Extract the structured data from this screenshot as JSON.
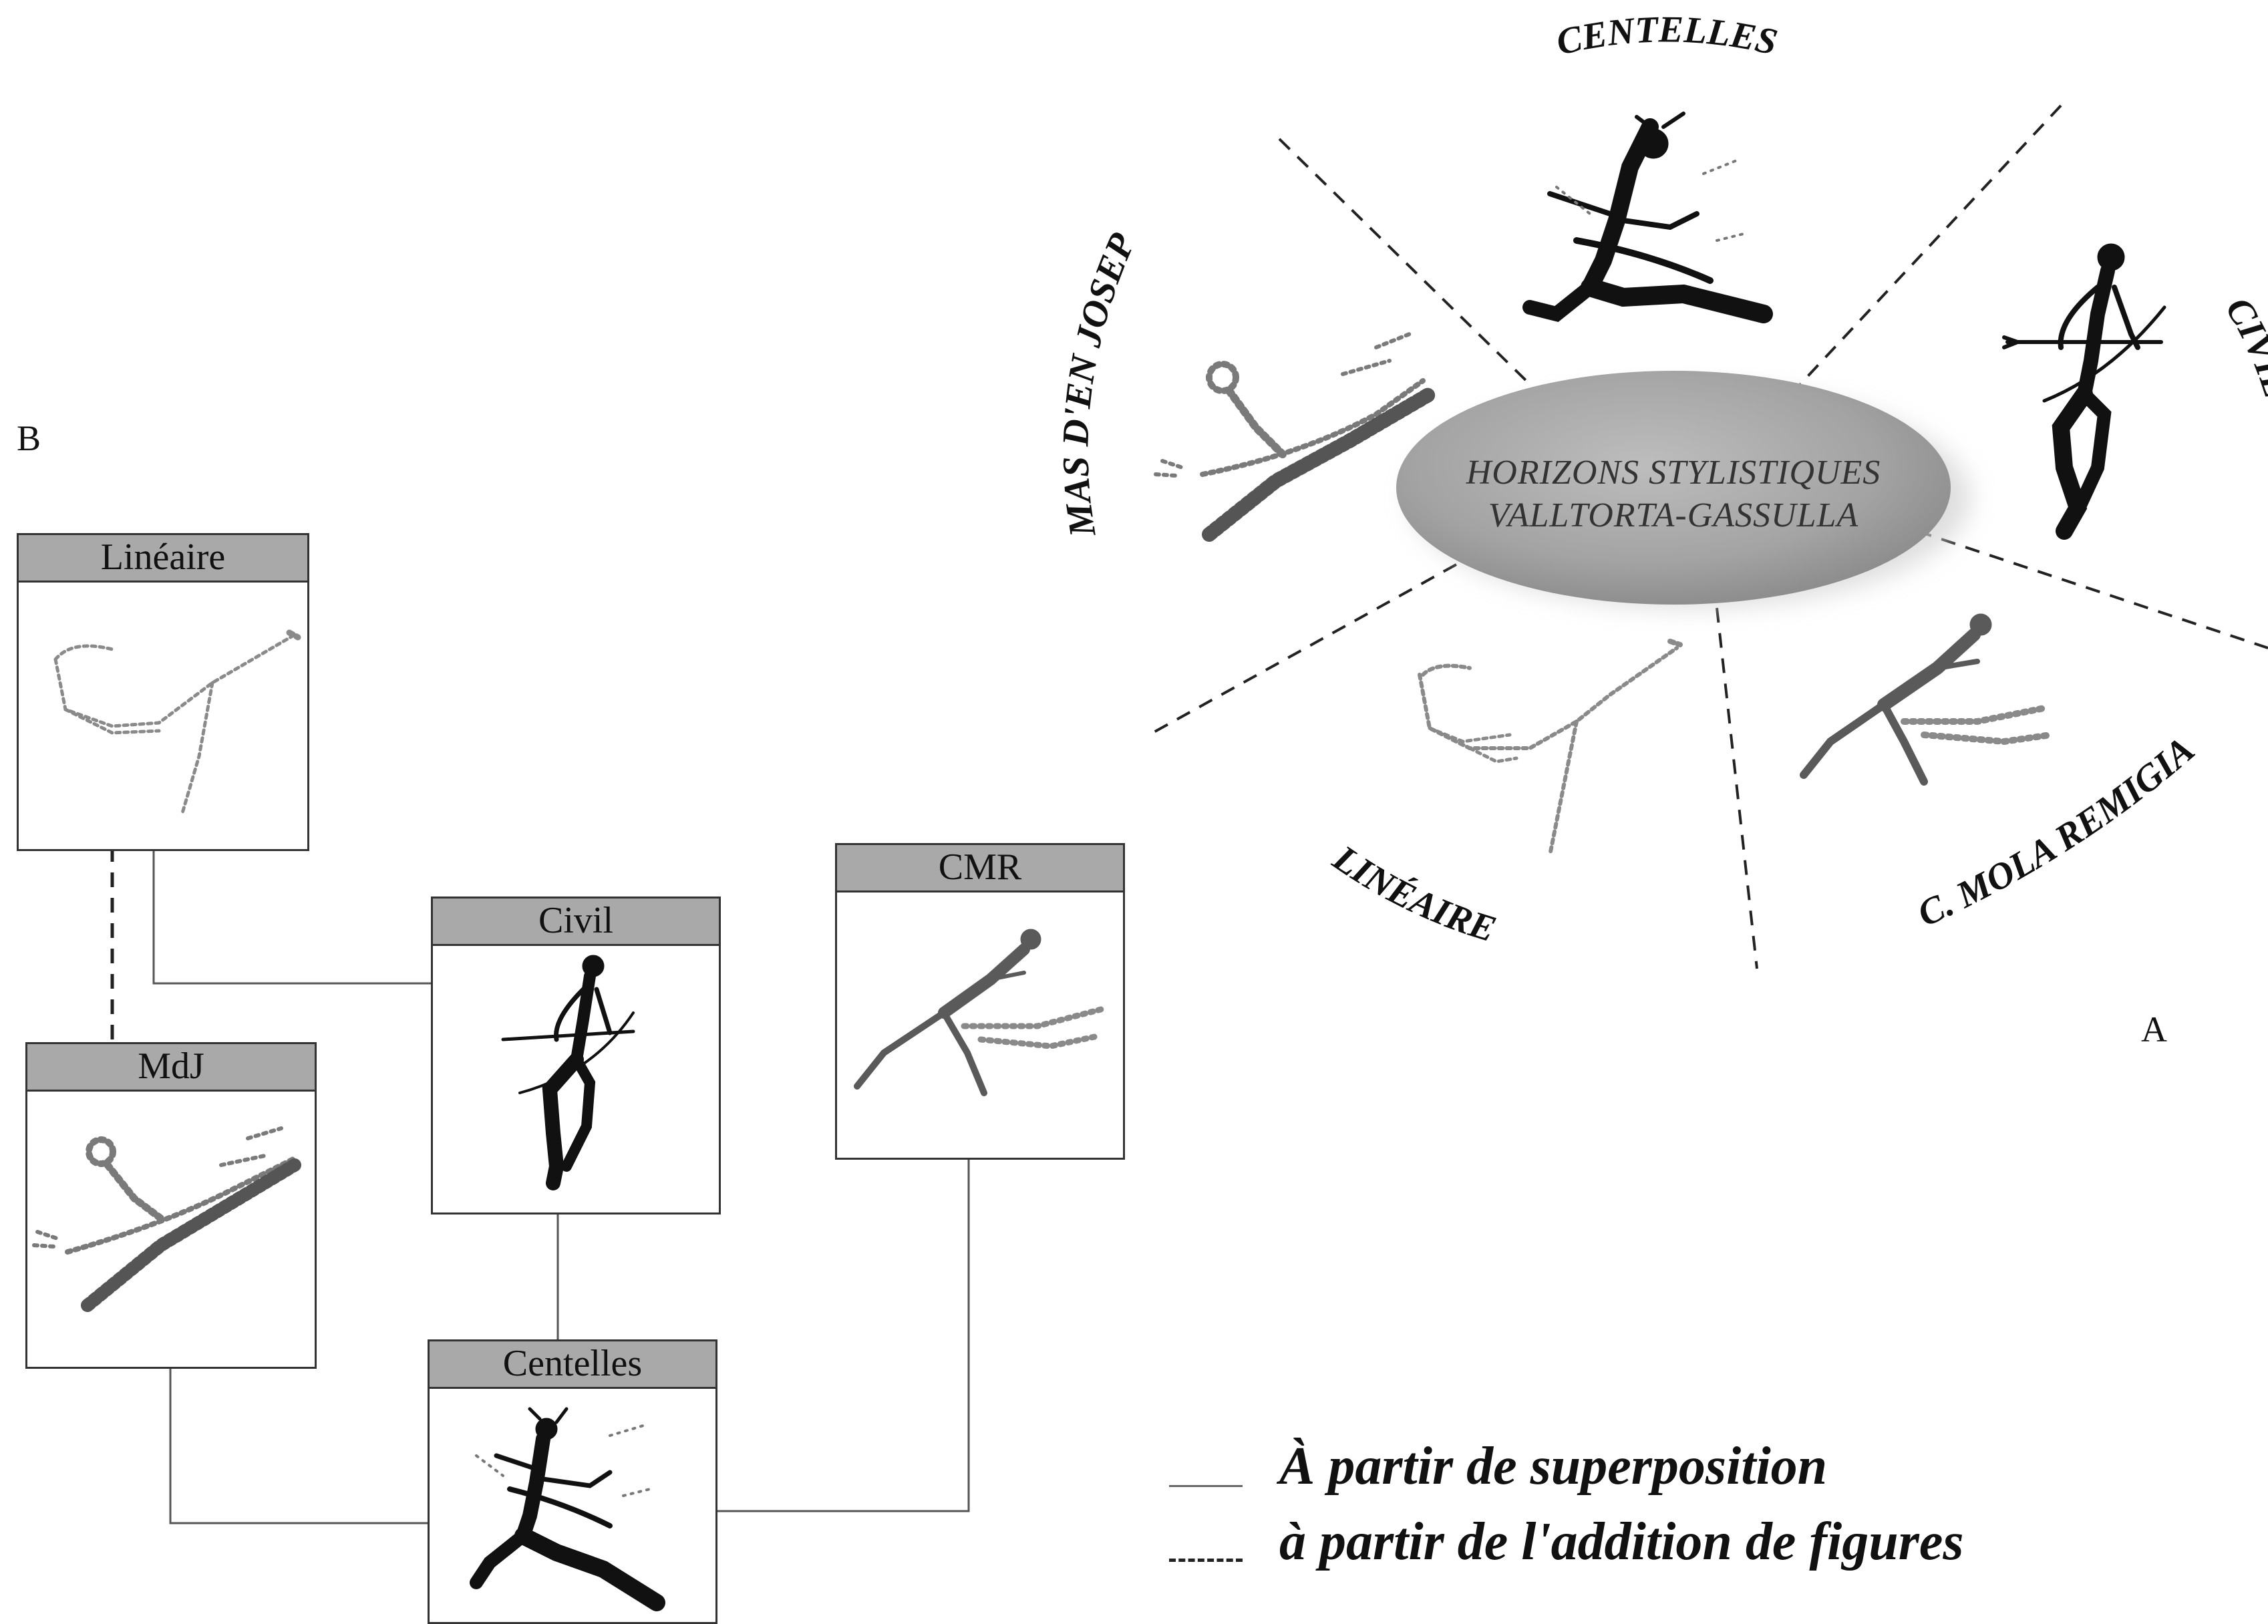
{
  "panel_a": {
    "label": "A",
    "center_line1": "HORIZONS STYLISTIQUES",
    "center_line2": "VALLTORTA-GASSULLA",
    "sectors": [
      "CENTELLES",
      "CIVIL",
      "C. MOLA REMIGIA",
      "LINÉAIRE",
      "MAS D'EN JOSEP"
    ]
  },
  "panel_b": {
    "label": "B",
    "boxes": [
      "Linéaire",
      "Civil",
      "CMR",
      "MdJ",
      "Centelles"
    ]
  },
  "legend": {
    "solid": "À partir de superposition",
    "dashed": "à partir de l'addition de figures"
  },
  "colors": {
    "box_header": "#a9a9a9",
    "ellipse": "#a8a8a8",
    "figure_dark": "#111111",
    "figure_light": "#8a8a8a"
  }
}
